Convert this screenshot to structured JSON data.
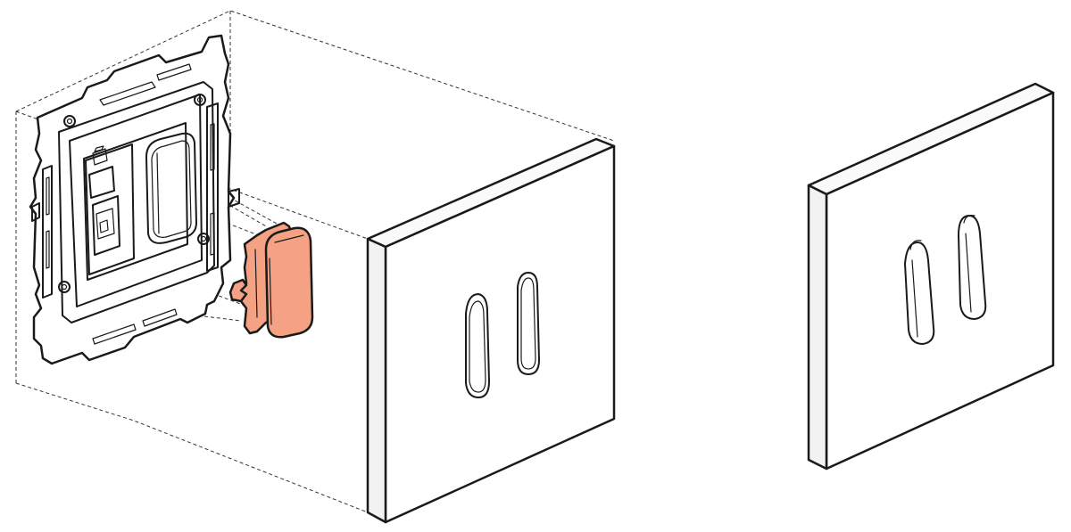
{
  "colors": {
    "background": "#ffffff",
    "outline": "#1a1a1a",
    "highlight_part": "#f4a184",
    "panel_front": "#ffffff",
    "panel_side": "#f2f2f2",
    "panel_top": "#fafafa",
    "mechanism_fill": "#ffffff"
  },
  "parts": [
    {
      "name": "mounting-frame",
      "icon": "switch-mechanism-frame-icon"
    },
    {
      "name": "adapter-insert",
      "icon": "adapter-insert-icon",
      "highlighted": true
    },
    {
      "name": "double-rocker-cover",
      "icon": "double-rocker-cover-icon"
    },
    {
      "name": "assembled-cover",
      "icon": "double-rocker-cover-icon"
    }
  ]
}
